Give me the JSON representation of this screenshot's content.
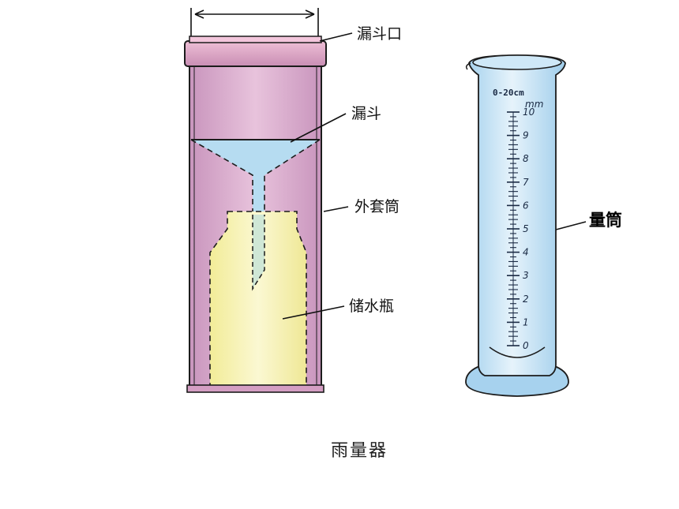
{
  "title": "雨量器",
  "labels": {
    "funnel_mouth": "漏斗口",
    "funnel": "漏斗",
    "outer_sleeve": "外套筒",
    "storage_bottle": "储水瓶",
    "measuring_cylinder": "量筒"
  },
  "cylinder": {
    "spec": "0-20cm",
    "unit": "mm",
    "scale": [
      "10",
      "9",
      "8",
      "7",
      "6",
      "5",
      "4",
      "3",
      "2",
      "1",
      "0"
    ]
  },
  "colors": {
    "sleeve": "#d9a8cc",
    "rim": "#e5a9c7",
    "funnel_water": "#a9d6ef",
    "bottle": "#f7f3b0",
    "cylinder": "#c3e2f5",
    "outline": "#1c1c1c"
  }
}
